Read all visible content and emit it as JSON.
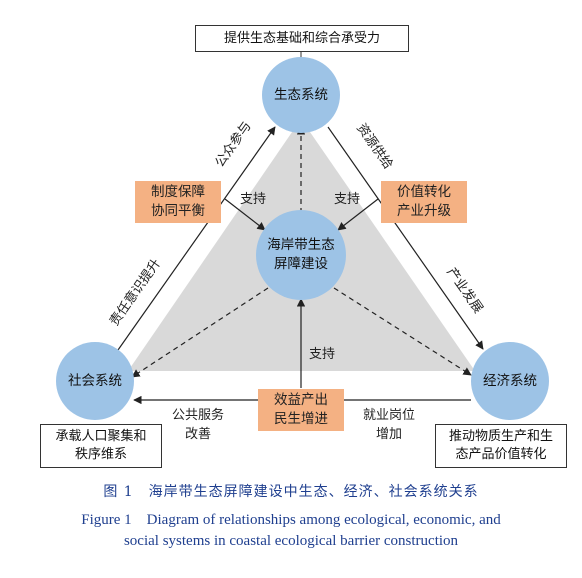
{
  "top_box": "提供生态基础和综合承受力",
  "nodes": {
    "ecology": "生态系统",
    "center": "海岸带生态\n屏障建设",
    "society": "社会系统",
    "economy": "经济系统"
  },
  "orange_boxes": {
    "left": "制度保障\n协同平衡",
    "right": "价值转化\n产业升级",
    "bottom": "效益产出\n民生增进"
  },
  "edge_labels": {
    "public_participation": "公众参与",
    "resource_supply": "资源供给",
    "industry_development": "产业发展",
    "responsibility_awareness": "责任意识提升",
    "support_left": "支持",
    "support_right": "支持",
    "support_bottom": "支持",
    "public_service": "公共服务\n改善",
    "employment": "就业岗位\n增加"
  },
  "bottom_left_box": "承载人口聚集和\n秩序维系",
  "bottom_right_box": "推动物质生产和生\n态产品价值转化",
  "caption": {
    "cn": "图 1　海岸带生态屏障建设中生态、经济、社会系统关系",
    "en_line1": "Figure 1　Diagram of relationships among ecological, economic, and",
    "en_line2": "social systems in coastal ecological barrier construction"
  },
  "colors": {
    "node_fill": "#9dc3e6",
    "orange_fill": "#f4b183",
    "triangle_fill": "#d9d9d9",
    "caption_text": "#1f3f8f"
  }
}
